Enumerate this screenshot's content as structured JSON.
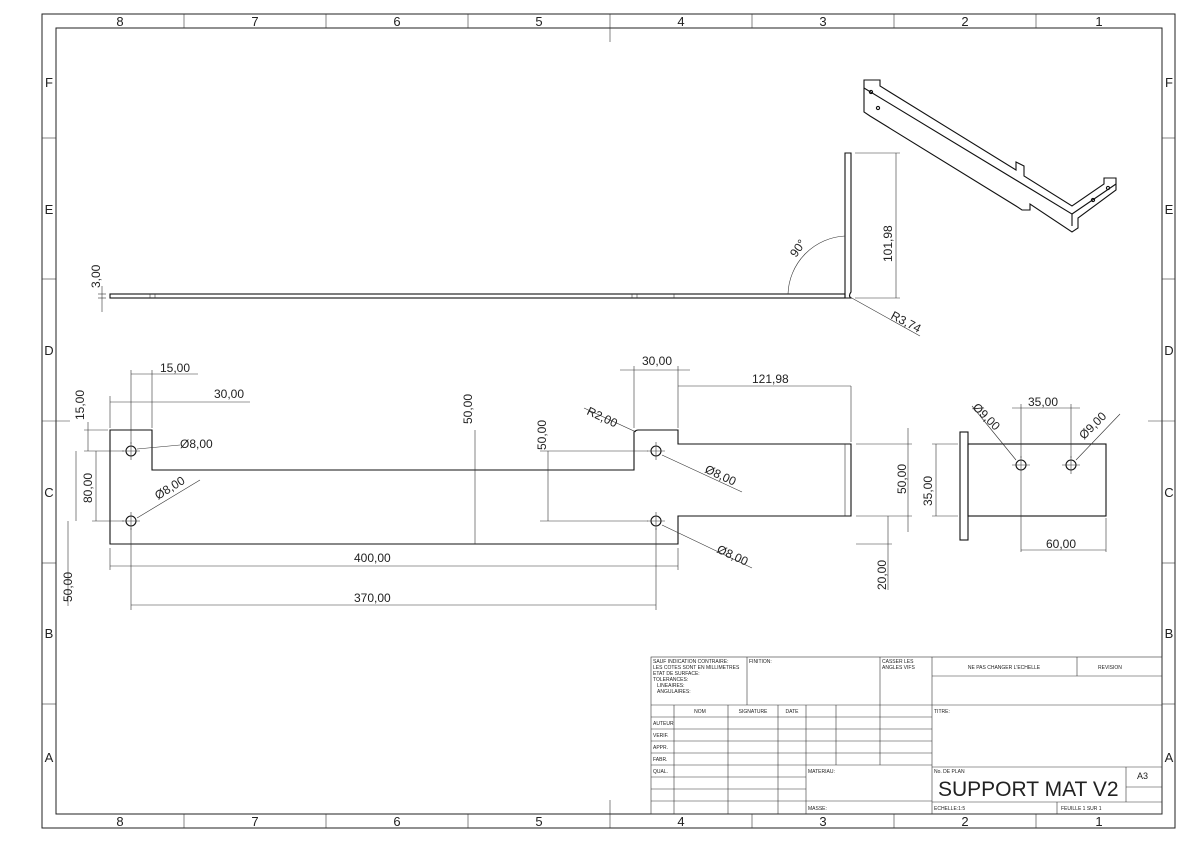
{
  "border": {
    "columns": [
      "8",
      "7",
      "6",
      "5",
      "4",
      "3",
      "2",
      "1"
    ],
    "rows": [
      "F",
      "E",
      "D",
      "C",
      "B",
      "A"
    ]
  },
  "dims": {
    "d_3": "3,00",
    "d_101_98": "101,98",
    "d_90": "90°",
    "d_r374": "R3,74",
    "d_15a": "15,00",
    "d_30a": "30,00",
    "d_15b": "15,00",
    "d_phi8a": "Ø8,00",
    "d_phi8b": "Ø8,00",
    "d_80": "80,00",
    "d_50a": "50,00",
    "d_400": "400,00",
    "d_370": "370,00",
    "d_50mid": "50,00",
    "d_30b": "30,00",
    "d_r2": "R2,00",
    "d_50c": "50,00",
    "d_121": "121,98",
    "d_phi8c": "Ø8,00",
    "d_phi8d": "Ø8,00",
    "d_50d": "50,00",
    "d_20": "20,00",
    "d_35v": "35,00",
    "d_phi9a": "Ø9,00",
    "d_35h": "35,00",
    "d_phi9b": "Ø9,00",
    "d_60": "60,00"
  },
  "title_block": {
    "general": "SAUF INDICATION CONTRAIRE:\nLES COTES SONT EN MILLIMETRES\nETAT DE SURFACE:\nTOLERANCES:\n   LINEAIRES:\n   ANGULAIRES:",
    "finition": "FINITION:",
    "casser": "CASSER LES\nANGLES VIFS",
    "ne_pas": "NE PAS CHANGER L'ECHELLE",
    "revision": "REVISION",
    "nom": "NOM",
    "signature": "SIGNATURE",
    "date": "DATE",
    "roles": [
      "AUTEUR",
      "VERIF.",
      "APPR.",
      "FABR.",
      "QUAL."
    ],
    "titre": "TITRE:",
    "materiau": "MATERIAU:",
    "masse": "MASSE:",
    "no_plan": "No. DE PLAN",
    "plan_name": "SUPPORT MAT V2",
    "format": "A3",
    "echelle": "ECHELLE:1:5",
    "feuille": "FEUILLE 1 SUR 1"
  }
}
